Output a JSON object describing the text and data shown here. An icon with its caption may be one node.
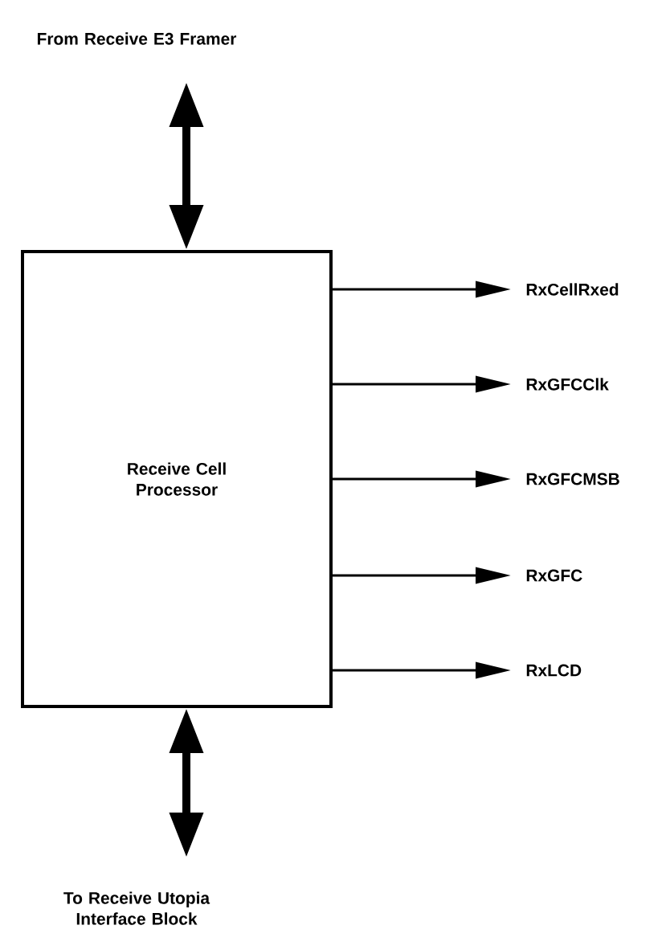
{
  "diagram": {
    "nodes": [
      {
        "text": [
          "Receive Cell Processor"
        ]
      },
      {
        "text": [
          "From Receive E3 Framer"
        ]
      },
      {
        "text": [
          "To Receive Utopia Interface Block"
        ]
      },
      {
        "text": [
          "RxCellRxed"
        ]
      },
      {
        "text": [
          "RxGFCClk"
        ]
      },
      {
        "text": [
          "RxGFCMSB"
        ]
      },
      {
        "text": [
          "RxGFC"
        ]
      },
      {
        "text": [
          "RxLCD"
        ]
      }
    ],
    "edges": [
      {
        "from": 1,
        "to": 0,
        "arrow": "both",
        "style": "thick"
      },
      {
        "from": 0,
        "to": 2,
        "arrow": "both",
        "style": "thick"
      },
      {
        "from": 0,
        "to": 3,
        "arrow": "to"
      },
      {
        "from": 0,
        "to": 4,
        "arrow": "to"
      },
      {
        "from": 0,
        "to": 5,
        "arrow": "to"
      },
      {
        "from": 0,
        "to": 6,
        "arrow": "to"
      },
      {
        "from": 0,
        "to": 7,
        "arrow": "to"
      }
    ]
  }
}
